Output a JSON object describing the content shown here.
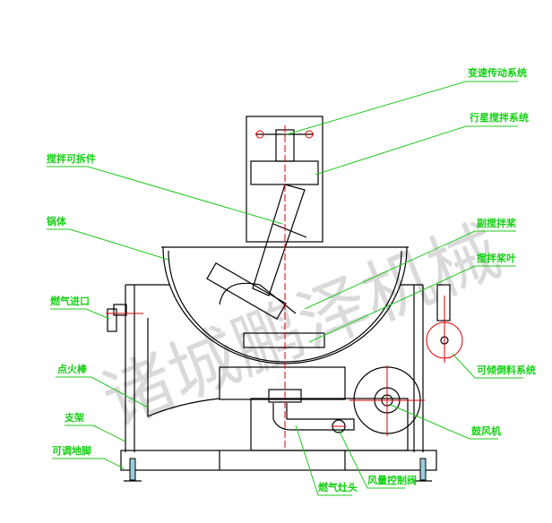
{
  "watermark": "诸城鹏泽机械",
  "labels": {
    "variable_speed_drive": "变速传动系统",
    "planetary_stirring": "行星搅拌系统",
    "detachable_stirrer": "搅拌可拆件",
    "pot_body": "锅体",
    "scraper_paddle": "副搅拌桨",
    "stirring_blade": "搅拌桨叶",
    "gas_inlet": "燃气进口",
    "igniter": "点火棒",
    "frame": "支架",
    "adjustable_feet": "可调地脚",
    "gas_burner": "燃气灶头",
    "air_valve": "风量控制阀",
    "blower": "鼓风机",
    "tilting_system": "可倾倒料系统"
  },
  "colors": {
    "label": "#12d012",
    "centerline": "#dd0000",
    "outline": "#000000"
  }
}
